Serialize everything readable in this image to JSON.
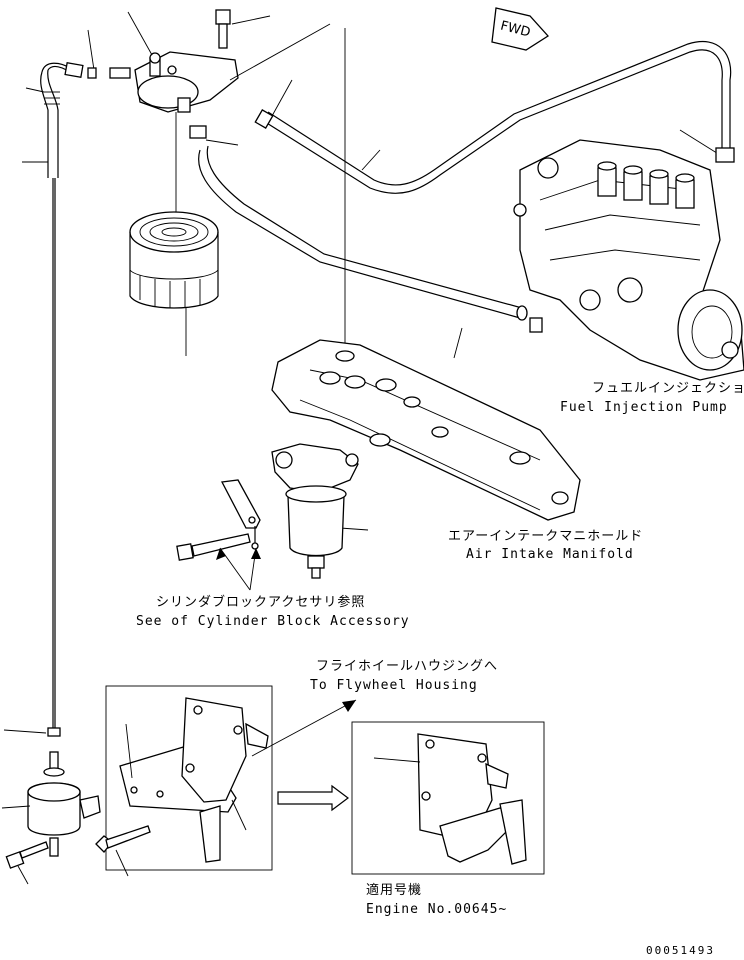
{
  "labels": {
    "fwd": "FWD",
    "fuel_injection_pump_jp": "フュエルインジェクションポンプ",
    "fuel_injection_pump_en": "Fuel Injection Pump",
    "air_intake_manifold_jp": "エアーインテークマニホールド",
    "air_intake_manifold_en": "Air Intake Manifold",
    "cylinder_block_ref_jp": "シリンダブロックアクセサリ参照",
    "cylinder_block_ref_en": "See of Cylinder Block Accessory",
    "flywheel_housing_jp": "フライホイールハウジングへ",
    "flywheel_housing_en": "To Flywheel Housing",
    "applicable_engine_jp": "適用号機",
    "applicable_engine_en": "Engine No.00645~",
    "drawing_number": "00051493"
  },
  "colors": {
    "line": "#000000",
    "background": "#ffffff"
  }
}
